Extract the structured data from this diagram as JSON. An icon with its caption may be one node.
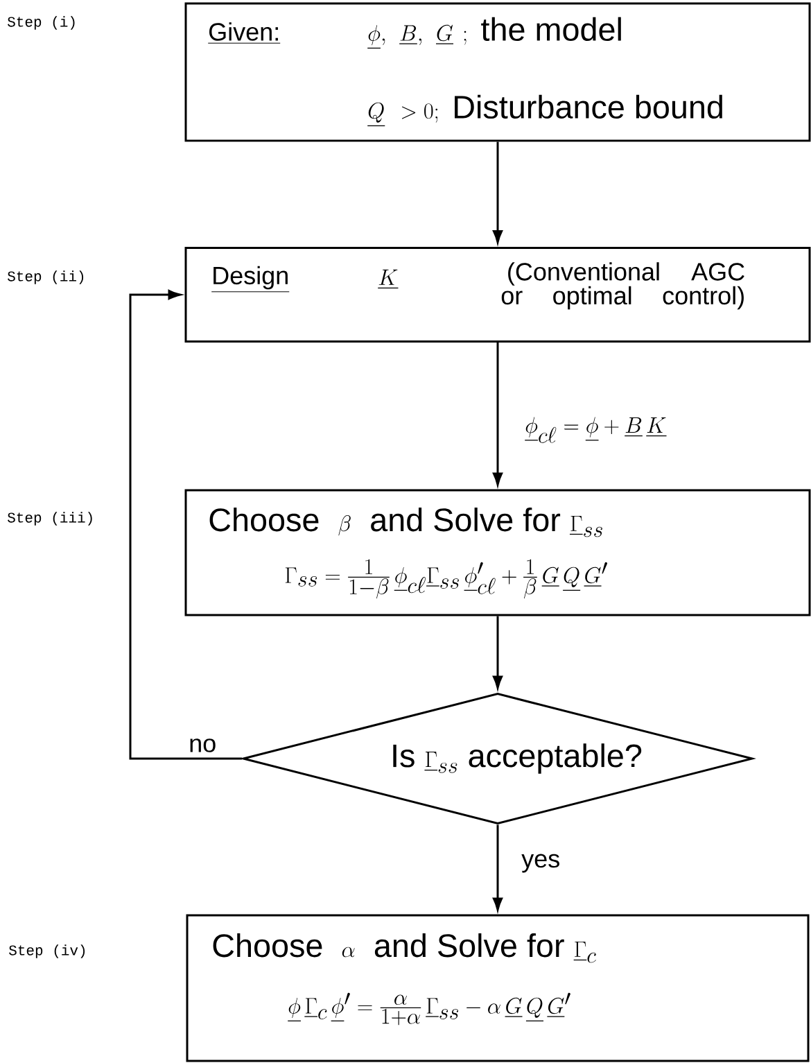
{
  "diagram": {
    "nodes": [
      {
        "text": [
          "Given:",
          "\\underline{\\phi},\\ \\underline{B},\\ \\underline{G}\\ ;\\ \\text{the model}",
          "\\underline{Q}\\ >0;\\ \\text{Disturbance bound}"
        ]
      },
      {
        "text": [
          "Design",
          "\\underline{K}",
          "(Conventional AGC or optimal control)"
        ]
      },
      {
        "text": [
          "\\text{Choose }\\ \\beta\\ \\text{ and Solve for }\\underline{\\Gamma}_{ss}",
          "\\Gamma_{ss}=\\frac{1}{1-\\beta}\\,\\underline{\\phi}_{c\\ell}\\underline{\\Gamma}_{ss}\\,\\underline{\\phi}'_{c\\ell}+\\frac{1}{\\beta}\\,\\underline{G}\\,\\underline{Q}\\,\\underline{G}'"
        ]
      },
      {
        "text": [
          "\\text{Is }\\underline{\\Gamma}_{ss}\\text{ acceptable?}"
        ]
      },
      {
        "text": [
          "\\text{Choose }\\ \\alpha\\ \\text{ and Solve for }\\underline{\\Gamma}_{c}",
          "\\underline{\\phi}\\,\\underline{\\Gamma}_{c}\\,\\underline{\\phi}'=\\frac{\\alpha}{1+\\alpha}\\,\\underline{\\Gamma}_{ss}-\\alpha\\,\\underline{G}\\,\\underline{Q}\\,\\underline{G}'"
        ]
      }
    ],
    "labels": [
      "Step (i)",
      "Step (ii)",
      "Step (iii)",
      "Step (iv)"
    ],
    "edges": [
      {
        "from": 0,
        "to": 1,
        "arrow": "to"
      },
      {
        "from": 1,
        "to": 2,
        "arrow": "to",
        "label": "\\underline{\\phi}_{c\\ell}=\\underline{\\phi}+\\underline{B}\\,\\underline{K}"
      },
      {
        "from": 2,
        "to": 3,
        "arrow": "to"
      },
      {
        "from": 3,
        "to": 1,
        "arrow": "to",
        "label": "no"
      },
      {
        "from": 3,
        "to": 4,
        "arrow": "to",
        "label": "yes"
      }
    ]
  }
}
